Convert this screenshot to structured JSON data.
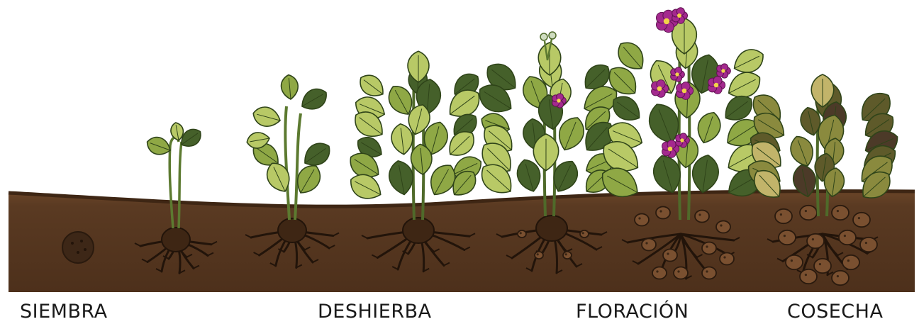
{
  "stages": [
    {
      "id": "siembra",
      "label": "SIEMBRA"
    },
    {
      "id": "deshierba",
      "label": "DESHIERBA"
    },
    {
      "id": "floracion",
      "label": "FLORACIÓN"
    },
    {
      "id": "cosecha",
      "label": "COSECHA"
    }
  ],
  "colors": {
    "soil": "#5a3a22",
    "soil_dark": "#3e2614",
    "leaf_light": "#b8c966",
    "leaf_mid": "#8fa845",
    "leaf_dark": "#45602a",
    "flower": "#a4298e",
    "tuber": "#7a5030"
  }
}
